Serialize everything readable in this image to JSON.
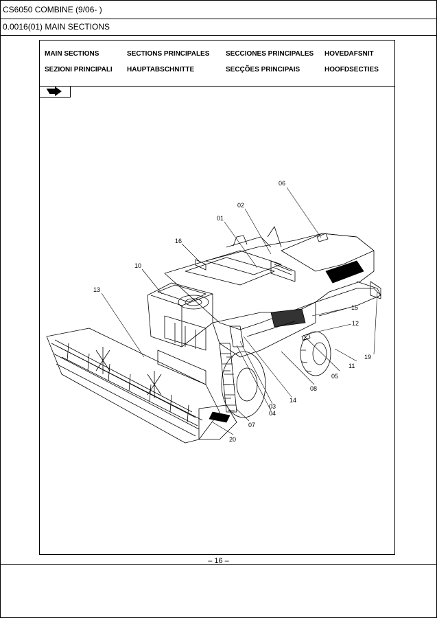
{
  "header": {
    "line1": "CS6050 COMBINE (9/06- )",
    "line2": "0.0016(01) MAIN SECTIONS"
  },
  "languages": {
    "row1": [
      "MAIN SECTIONS",
      "SECTIONS PRINCIPALES",
      "SECCIONES PRINCIPALES",
      "HOVEDAFSNIT"
    ],
    "row2": [
      "SEZIONI PRINCIPALI",
      "HAUPTABSCHNITTE",
      "SECÇÕES PRINCIPAIS",
      "HOOFDSECTIES"
    ]
  },
  "icons": {
    "page_marker": "arrow-right-icon"
  },
  "callouts": {
    "c01": "01",
    "c02": "02",
    "c03": "03",
    "c04": "04",
    "c05": "05",
    "c06": "06",
    "c07": "07",
    "c08": "08",
    "c10": "10",
    "c11": "11",
    "c12": "12",
    "c13": "13",
    "c14": "14",
    "c15": "15",
    "c16": "16",
    "c19": "19",
    "c20": "20"
  },
  "footer": {
    "page_number": "– 16 –"
  }
}
